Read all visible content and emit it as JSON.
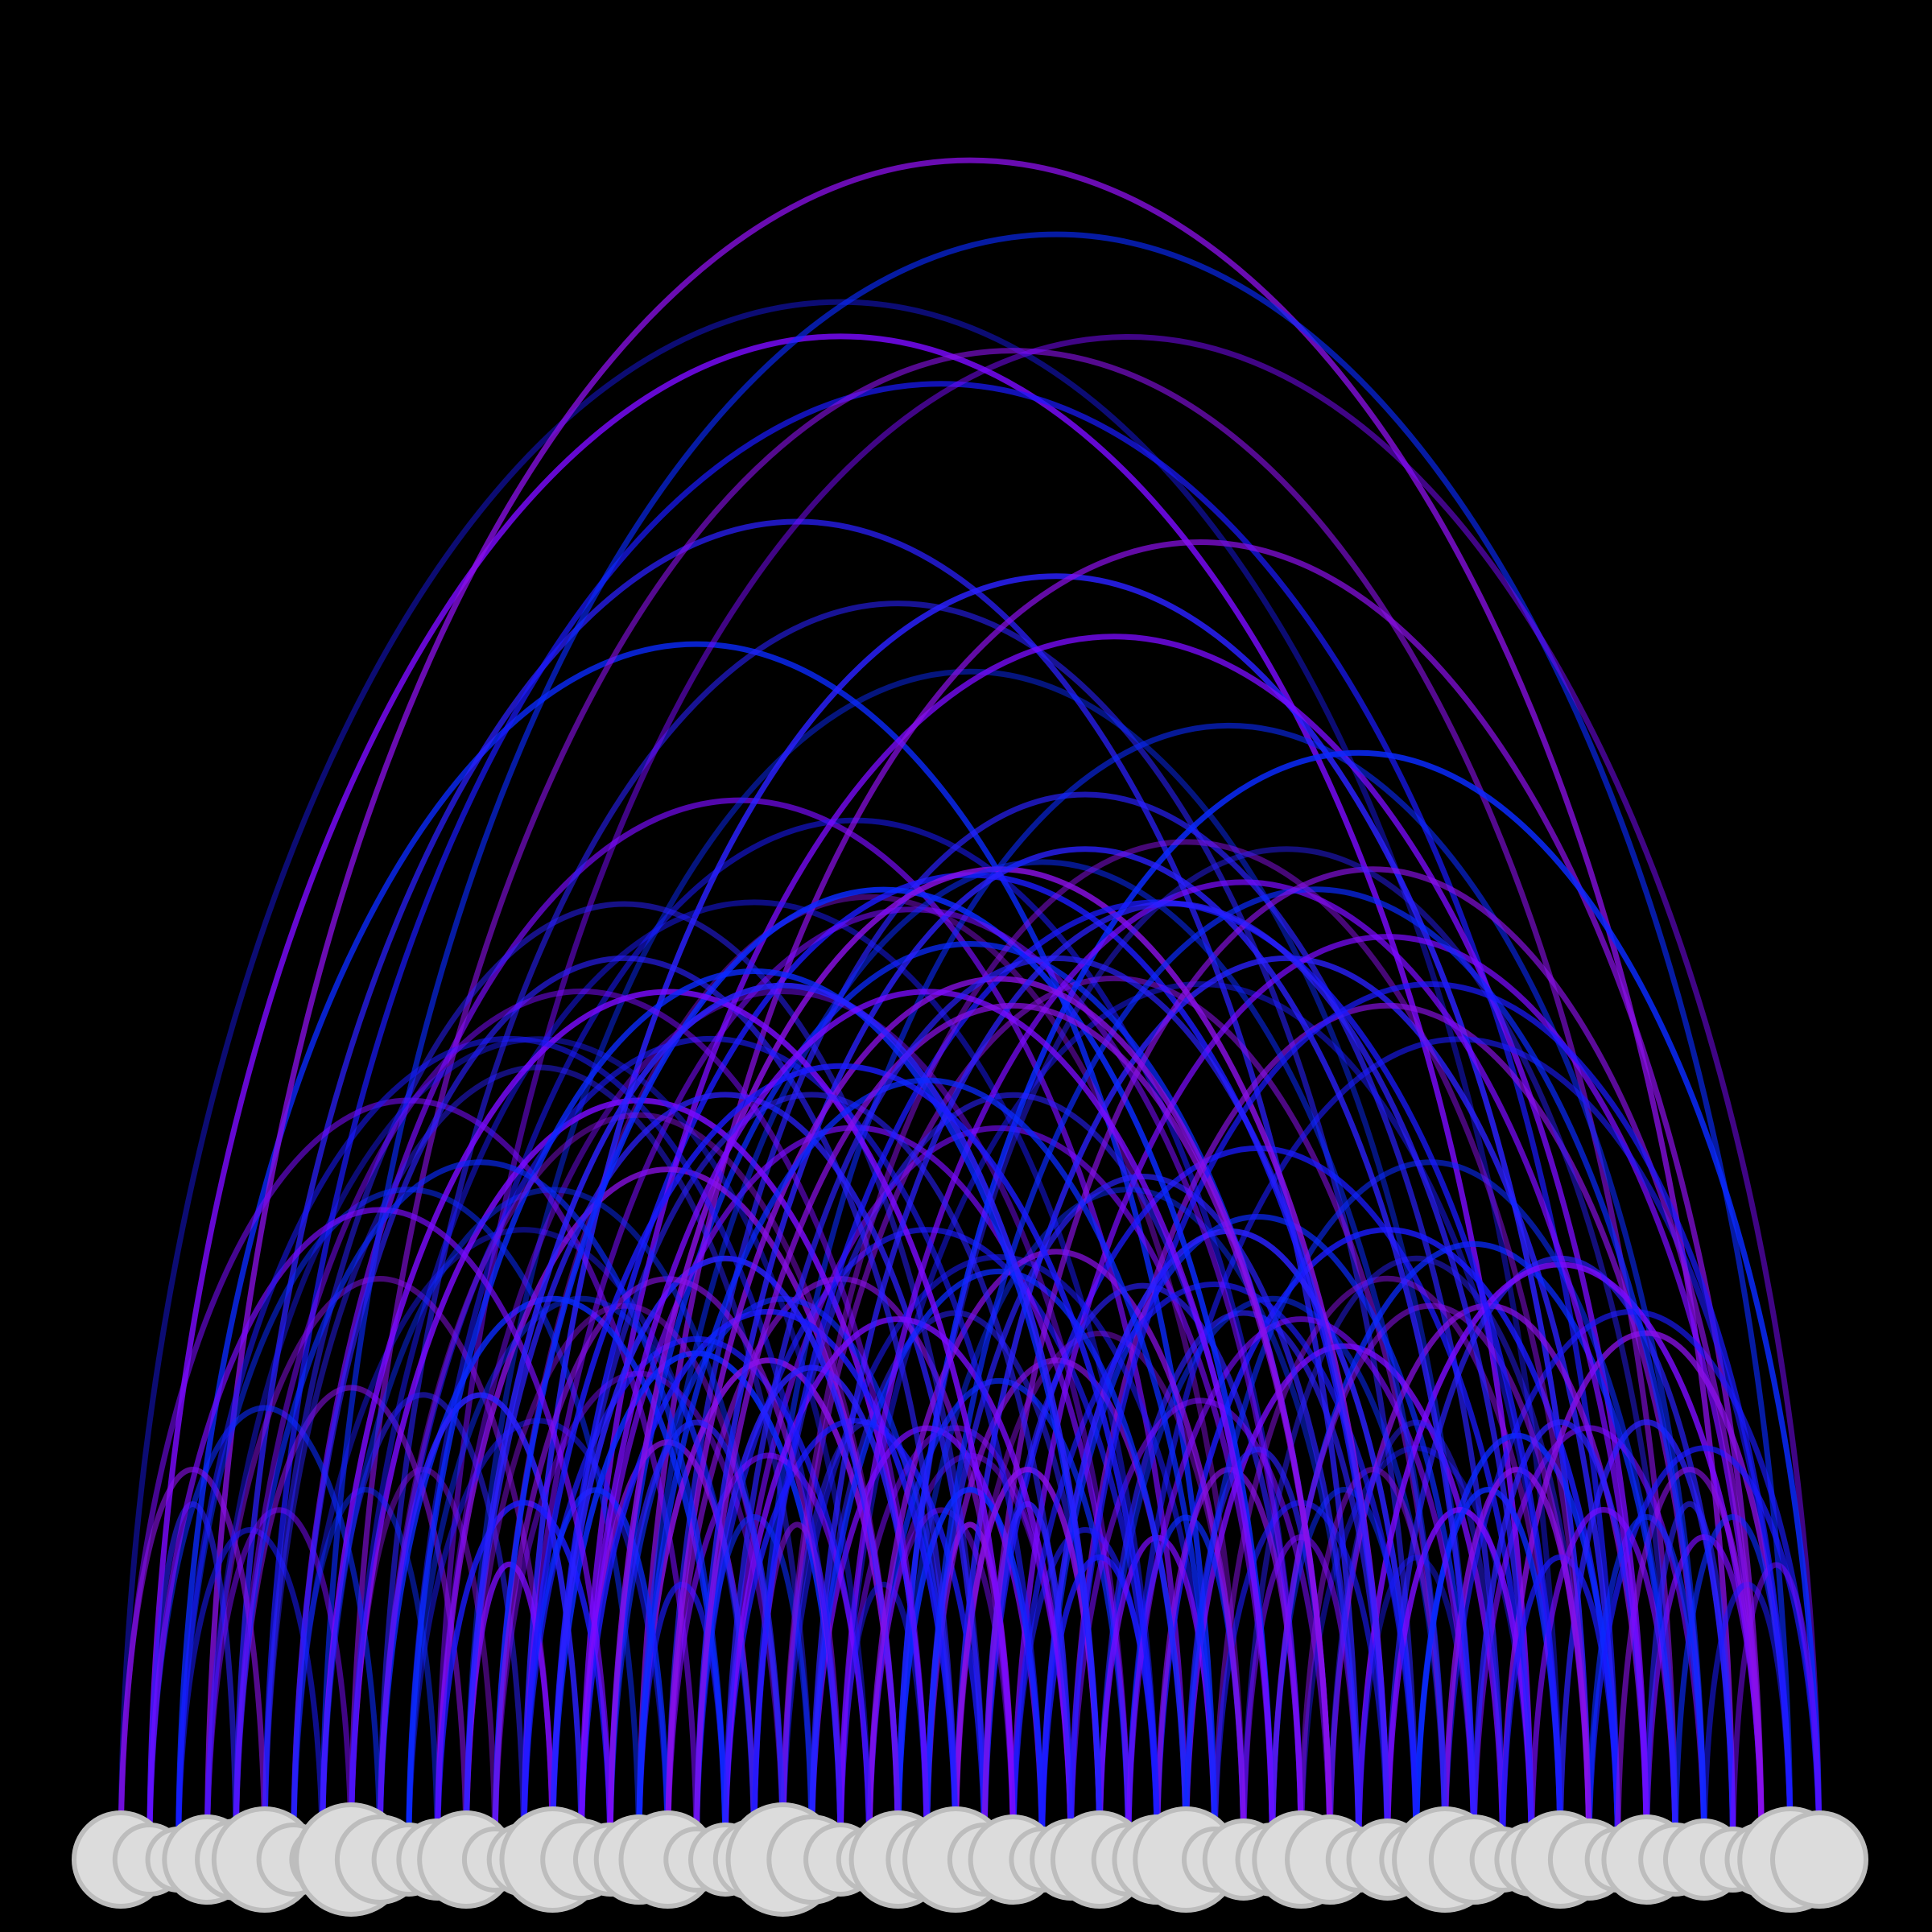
{
  "diagram": {
    "type": "arc-diagram",
    "background_color": "#000000",
    "node_fill": "#dcdcdc",
    "node_stroke": "#bdbdbd",
    "edge_colors": [
      "#1a1aff",
      "#7a0aff",
      "#0a2aff",
      "#8a10e8",
      "#2a20ff"
    ],
    "node_count": 60,
    "node_degrees": [
      6,
      3,
      2,
      5,
      4,
      7,
      3,
      2,
      8,
      5,
      3,
      4,
      6,
      2,
      3,
      7,
      4,
      3,
      5,
      6,
      2,
      3,
      4,
      8,
      5,
      3,
      2,
      6,
      4,
      7,
      3,
      5,
      2,
      4,
      6,
      3,
      5,
      7,
      2,
      4,
      3,
      6,
      5,
      2,
      4,
      3,
      7,
      5,
      2,
      3,
      6,
      4,
      2,
      5,
      3,
      4,
      2,
      3,
      7,
      6
    ],
    "edges": [
      [
        0,
        50
      ],
      [
        1,
        49
      ],
      [
        2,
        38
      ],
      [
        3,
        56
      ],
      [
        4,
        43
      ],
      [
        5,
        52
      ],
      [
        6,
        37
      ],
      [
        7,
        58
      ],
      [
        8,
        54
      ],
      [
        9,
        45
      ],
      [
        10,
        41
      ],
      [
        11,
        59
      ],
      [
        12,
        47
      ],
      [
        13,
        39
      ],
      [
        14,
        51
      ],
      [
        15,
        44
      ],
      [
        16,
        53
      ],
      [
        17,
        42
      ],
      [
        18,
        57
      ],
      [
        19,
        48
      ],
      [
        20,
        36
      ],
      [
        21,
        40
      ],
      [
        22,
        55
      ],
      [
        23,
        46
      ],
      [
        24,
        34
      ],
      [
        25,
        50
      ],
      [
        26,
        33
      ],
      [
        27,
        59
      ],
      [
        28,
        31
      ],
      [
        29,
        52
      ],
      [
        30,
        49
      ],
      [
        31,
        57
      ],
      [
        32,
        47
      ],
      [
        33,
        55
      ],
      [
        34,
        44
      ],
      [
        35,
        58
      ],
      [
        0,
        20
      ],
      [
        2,
        18
      ],
      [
        3,
        15
      ],
      [
        5,
        24
      ],
      [
        6,
        22
      ],
      [
        8,
        28
      ],
      [
        9,
        21
      ],
      [
        11,
        27
      ],
      [
        12,
        30
      ],
      [
        14,
        26
      ],
      [
        16,
        35
      ],
      [
        17,
        29
      ],
      [
        19,
        31
      ],
      [
        22,
        40
      ],
      [
        23,
        38
      ],
      [
        25,
        33
      ],
      [
        27,
        43
      ],
      [
        29,
        39
      ],
      [
        32,
        45
      ],
      [
        36,
        52
      ],
      [
        37,
        48
      ],
      [
        40,
        54
      ],
      [
        42,
        53
      ],
      [
        44,
        56
      ],
      [
        46,
        59
      ],
      [
        47,
        55
      ],
      [
        1,
        9
      ],
      [
        4,
        12
      ],
      [
        7,
        14
      ],
      [
        10,
        19
      ],
      [
        13,
        23
      ],
      [
        15,
        25
      ],
      [
        18,
        27
      ],
      [
        20,
        28
      ],
      [
        21,
        30
      ],
      [
        24,
        32
      ],
      [
        26,
        35
      ],
      [
        28,
        37
      ],
      [
        30,
        41
      ],
      [
        31,
        36
      ],
      [
        33,
        42
      ],
      [
        34,
        46
      ],
      [
        38,
        50
      ],
      [
        39,
        51
      ],
      [
        41,
        49
      ],
      [
        43,
        57
      ],
      [
        45,
        52
      ],
      [
        48,
        58
      ],
      [
        50,
        56
      ],
      [
        51,
        59
      ],
      [
        53,
        57
      ],
      [
        54,
        58
      ],
      [
        0,
        5
      ],
      [
        1,
        4
      ],
      [
        2,
        7
      ],
      [
        3,
        8
      ],
      [
        6,
        11
      ],
      [
        8,
        13
      ],
      [
        9,
        16
      ],
      [
        11,
        17
      ],
      [
        12,
        15
      ],
      [
        14,
        19
      ],
      [
        16,
        22
      ],
      [
        17,
        23
      ],
      [
        18,
        21
      ],
      [
        19,
        26
      ],
      [
        20,
        24
      ],
      [
        22,
        25
      ],
      [
        23,
        29
      ],
      [
        25,
        28
      ],
      [
        26,
        31
      ],
      [
        27,
        32
      ],
      [
        29,
        34
      ],
      [
        30,
        33
      ],
      [
        32,
        36
      ],
      [
        34,
        38
      ],
      [
        35,
        39
      ],
      [
        36,
        41
      ],
      [
        37,
        42
      ],
      [
        38,
        44
      ],
      [
        39,
        43
      ],
      [
        40,
        45
      ],
      [
        41,
        46
      ],
      [
        42,
        48
      ],
      [
        43,
        47
      ],
      [
        44,
        49
      ],
      [
        45,
        50
      ],
      [
        46,
        51
      ],
      [
        47,
        53
      ],
      [
        48,
        52
      ],
      [
        49,
        54
      ],
      [
        51,
        55
      ],
      [
        52,
        57
      ],
      [
        53,
        56
      ],
      [
        55,
        58
      ],
      [
        56,
        59
      ],
      [
        10,
        22
      ],
      [
        12,
        23
      ],
      [
        15,
        27
      ],
      [
        16,
        29
      ],
      [
        21,
        33
      ],
      [
        24,
        37
      ],
      [
        26,
        39
      ],
      [
        28,
        43
      ],
      [
        31,
        45
      ],
      [
        35,
        47
      ],
      [
        37,
        54
      ],
      [
        40,
        51
      ],
      [
        5,
        30
      ],
      [
        8,
        36
      ],
      [
        11,
        35
      ],
      [
        13,
        40
      ],
      [
        17,
        44
      ],
      [
        20,
        47
      ],
      [
        22,
        50
      ],
      [
        25,
        53
      ],
      [
        28,
        55
      ],
      [
        30,
        57
      ],
      [
        6,
        29
      ],
      [
        9,
        32
      ],
      [
        14,
        41
      ],
      [
        18,
        46
      ],
      [
        23,
        51
      ],
      [
        27,
        54
      ],
      [
        3,
        26
      ],
      [
        7,
        31
      ],
      [
        10,
        34
      ],
      [
        19,
        42
      ],
      [
        24,
        49
      ],
      [
        33,
        58
      ],
      [
        1,
        17
      ],
      [
        4,
        21
      ],
      [
        13,
        25
      ],
      [
        15,
        33
      ],
      [
        2,
        25
      ],
      [
        4,
        28
      ],
      [
        7,
        23
      ],
      [
        9,
        27
      ],
      [
        12,
        34
      ],
      [
        14,
        36
      ],
      [
        16,
        40
      ],
      [
        18,
        38
      ],
      [
        20,
        42
      ],
      [
        21,
        44
      ]
    ]
  }
}
